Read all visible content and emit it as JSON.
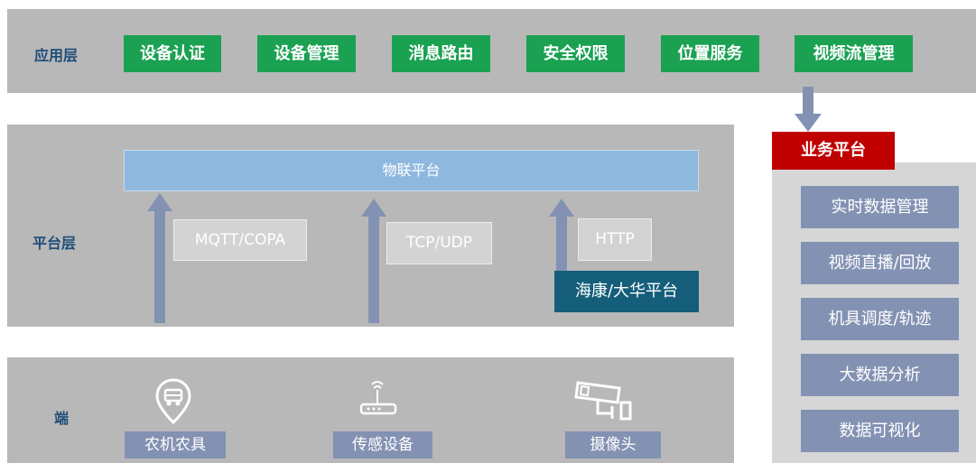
{
  "app_layer": {
    "label": "应用层",
    "items": [
      "设备认证",
      "设备管理",
      "消息路由",
      "安全权限",
      "位置服务",
      "视频流管理"
    ]
  },
  "platform_layer": {
    "label": "平台层",
    "iot_platform": "物联平台",
    "protocols": [
      "MQTT/COPA",
      "TCP/UDP",
      "HTTP"
    ],
    "vendor_platform": "海康/大华平台"
  },
  "end_layer": {
    "label": "端",
    "devices": [
      {
        "label": "农机农具",
        "icon": "tractor-pin-icon"
      },
      {
        "label": "传感设备",
        "icon": "wifi-router-icon"
      },
      {
        "label": "摄像头",
        "icon": "camera-icon"
      }
    ]
  },
  "business_platform": {
    "title": "业务平台",
    "items": [
      "实时数据管理",
      "视频直播/回放",
      "机具调度/轨迹",
      "大数据分析",
      "数据可视化"
    ]
  },
  "colors": {
    "band_gray": "#b8b8b8",
    "app_green": "#1aa152",
    "iot_blue": "#8fb8df",
    "vendor_teal": "#155e7a",
    "business_red": "#c00000",
    "slate": "#8392b3",
    "label_navy": "#1f4e79"
  }
}
